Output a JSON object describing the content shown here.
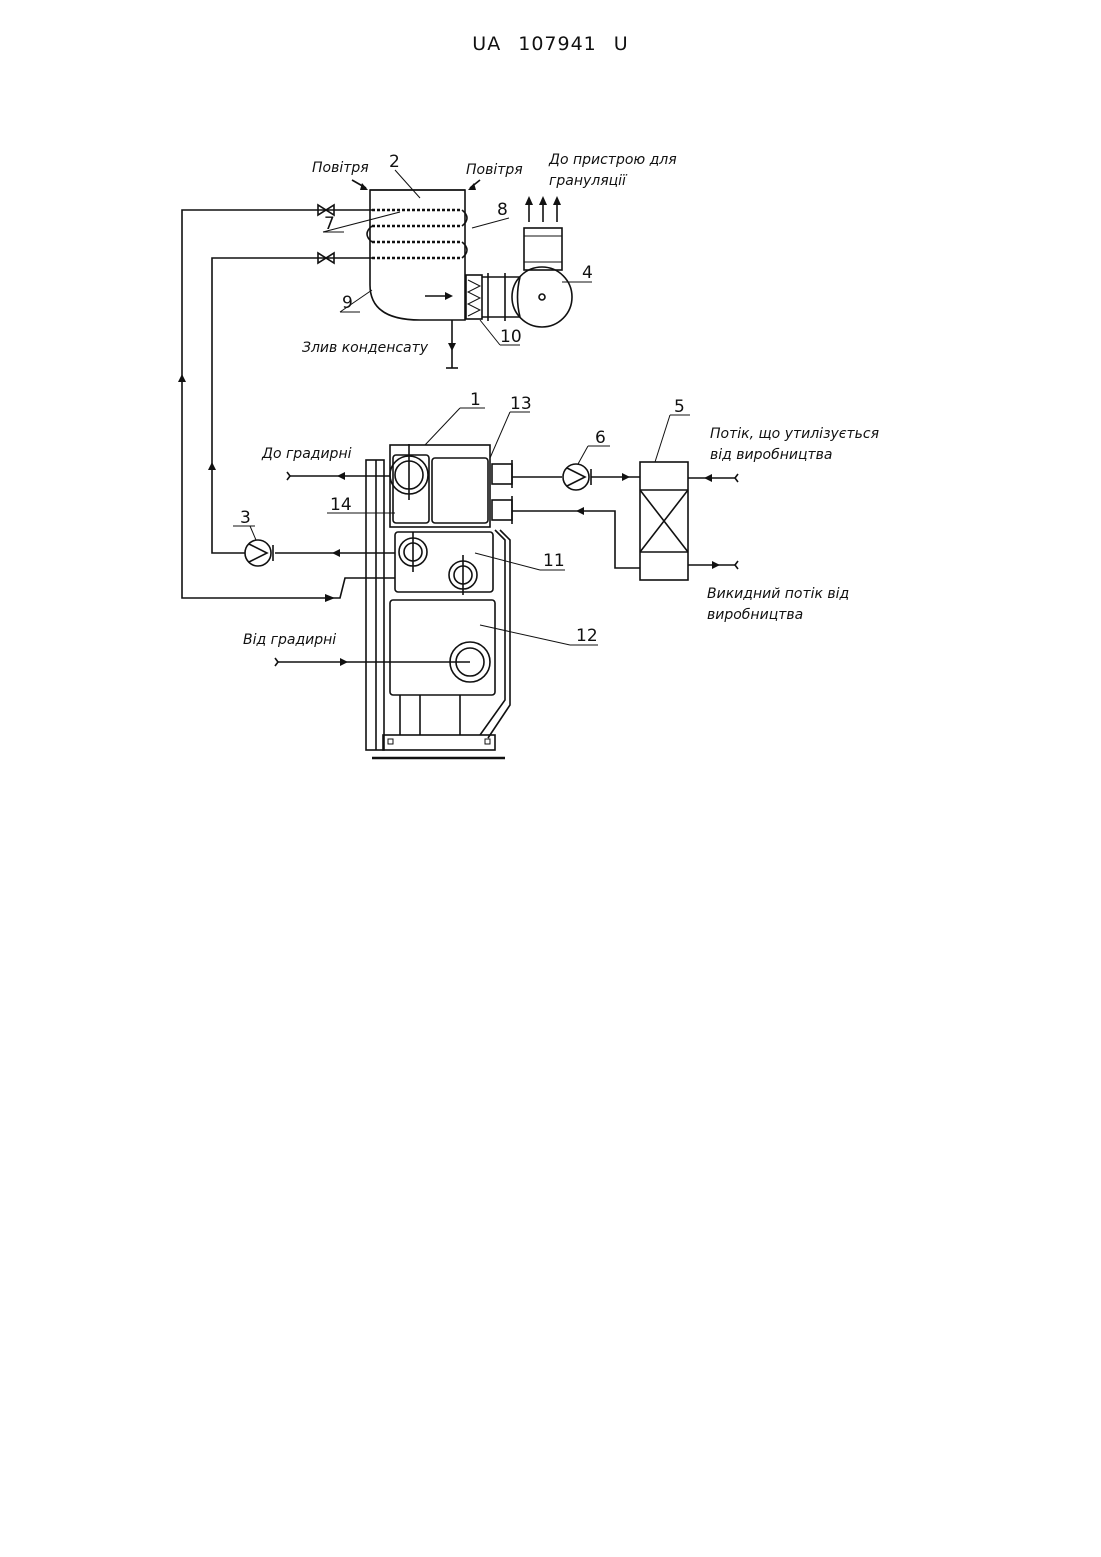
{
  "header": {
    "text": "UA 107941 U"
  },
  "labels": {
    "air_left": "Повітря",
    "air_right": "Повітря",
    "to_granulation_1": "До пристрою для",
    "to_granulation_2": "грануляції",
    "condensate_drain": "Злив конденсату",
    "to_cooling_tower": "До градирні",
    "from_cooling_tower": "Від градирні",
    "utilized_flow_1": "Потік, що утилізується",
    "utilized_flow_2": "від виробництва",
    "exhaust_flow_1": "Викидний потік від",
    "exhaust_flow_2": "виробництва"
  },
  "numbers": {
    "n1": "1",
    "n2": "2",
    "n3": "3",
    "n4": "4",
    "n5": "5",
    "n6": "6",
    "n7": "7",
    "n8": "8",
    "n9": "9",
    "n10": "10",
    "n11": "11",
    "n12": "12",
    "n13": "13",
    "n14": "14"
  }
}
